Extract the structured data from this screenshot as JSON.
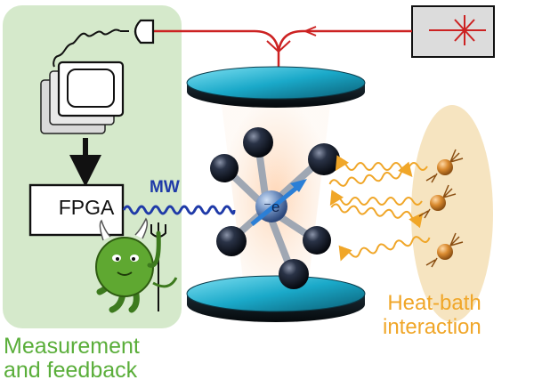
{
  "labels": {
    "fpga": "FPGA",
    "mw": "MW",
    "electron": "⁻e",
    "measurement_line1": "Measurement",
    "measurement_line2": "and feedback",
    "heat_line1": "Heat-bath",
    "heat_line2": "interaction"
  },
  "icons": [
    "laser-icon",
    "photodetector-icon",
    "computer-monitor-icon",
    "demon-icon",
    "atom-icon",
    "optical-lens-icon"
  ],
  "colors": {
    "feedback_panel": "#d5e9cb",
    "feedback_text": "#5aae3a",
    "laser_beam": "#cc2222",
    "microwave": "#1f3aa8",
    "heat_bath": "#f6e4c0",
    "heat_arrow": "#f0a628",
    "lens": "#1aa9c9",
    "atom": "#1e2533",
    "spin": "#2b7fd6"
  }
}
